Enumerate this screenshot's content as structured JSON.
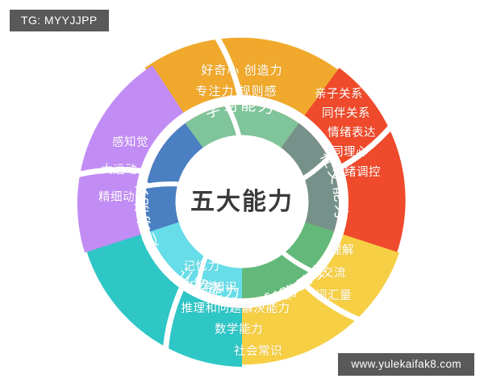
{
  "watermarks": {
    "top_left": "TG: MYYJJPP",
    "bottom_right": "www.yulekaifak8.com"
  },
  "center": {
    "title": "五大能力"
  },
  "chart_data": {
    "type": "pie",
    "title": "五大能力",
    "subtitle": "",
    "legend_position": "none",
    "grid": false,
    "note": "Two concentric donut rings of five equal petal-shaped segments; inner ring shows the ability name, outer ring lists its component skills.",
    "categories": [
      "学习能力",
      "社交能力",
      "语言能力",
      "认知能力",
      "运动能力"
    ],
    "values": [
      20,
      20,
      20,
      20,
      20
    ],
    "series": [
      {
        "name": "学习能力",
        "inner_label": "学习能力",
        "outer_color": "#F0A92C",
        "inner_color": "#7FC49A",
        "items": [
          "好奇心  创造力",
          "专注力   规则感"
        ]
      },
      {
        "name": "社交能力",
        "inner_label": "社交能力",
        "outer_color": "#EF4A2B",
        "inner_color": "#76918A",
        "items": [
          "亲子关系",
          "同伴关系",
          "情绪表达",
          "同理心",
          "情绪调控"
        ]
      },
      {
        "name": "语言能力",
        "inner_label": "语言能力",
        "outer_color": "#F6CF45",
        "inner_color": "#62B97A",
        "items": [
          "理解",
          "交流",
          "词汇量"
        ]
      },
      {
        "name": "认知能力",
        "inner_label": "认知能力",
        "outer_color": "#2FC6C6",
        "inner_color": "#66DDE8",
        "items": [
          "记忆力",
          "科学知识",
          "推理和问题解决能力",
          "数学能力",
          "社会常识"
        ]
      },
      {
        "name": "运动能力",
        "inner_label": "运动能力",
        "outer_color": "#C28CF5",
        "inner_color": "#4A7FC1",
        "items": [
          "感知觉",
          "大运动",
          "精细动作"
        ]
      }
    ],
    "colors": {
      "background": "#FFFFFF",
      "center_fill": "#FFFFFF",
      "center_text": "#3A3A3A",
      "label_text": "#FFFFFF",
      "watermark_bg": "#595959"
    }
  }
}
